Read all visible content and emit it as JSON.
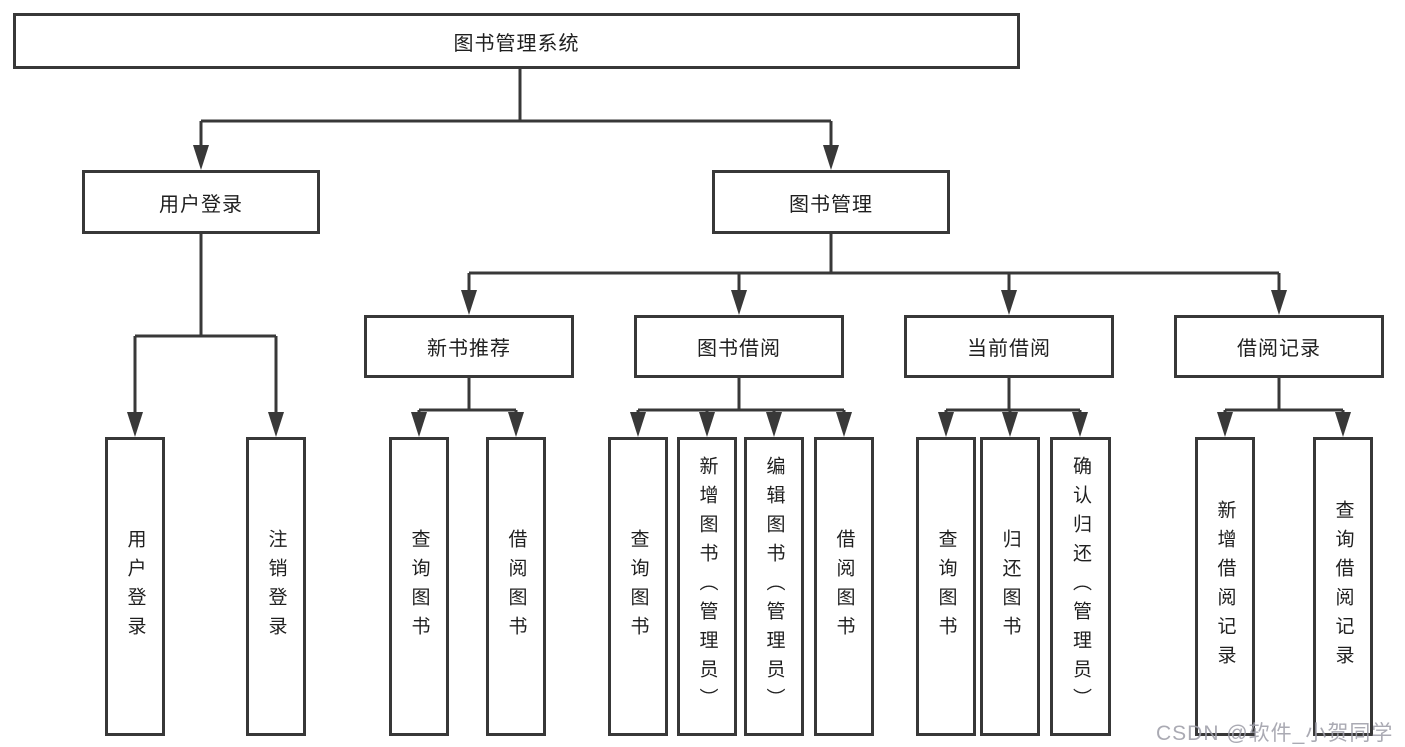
{
  "root": {
    "label": "图书管理系统"
  },
  "user_login": {
    "label": "用户登录",
    "children": [
      {
        "label": "用户登录"
      },
      {
        "label": "注销登录"
      }
    ]
  },
  "book_mgmt": {
    "label": "图书管理",
    "sections": [
      {
        "label": "新书推荐",
        "children": [
          {
            "label": "查询图书"
          },
          {
            "label": "借阅图书"
          }
        ]
      },
      {
        "label": "图书借阅",
        "children": [
          {
            "label": "查询图书"
          },
          {
            "label": "新增图书（管理员）"
          },
          {
            "label": "编辑图书（管理员）"
          },
          {
            "label": "借阅图书"
          }
        ]
      },
      {
        "label": "当前借阅",
        "children": [
          {
            "label": "查询图书"
          },
          {
            "label": "归还图书"
          },
          {
            "label": "确认归还（管理员）"
          }
        ]
      },
      {
        "label": "借阅记录",
        "children": [
          {
            "label": "新增借阅记录"
          },
          {
            "label": "查询借阅记录"
          }
        ]
      }
    ]
  },
  "watermark": "CSDN @软件_小贺同学",
  "colors": {
    "line": "#383838",
    "box_bg": "#ffffff",
    "text": "#1f1f1f",
    "watermark": "#9e9ea8"
  }
}
